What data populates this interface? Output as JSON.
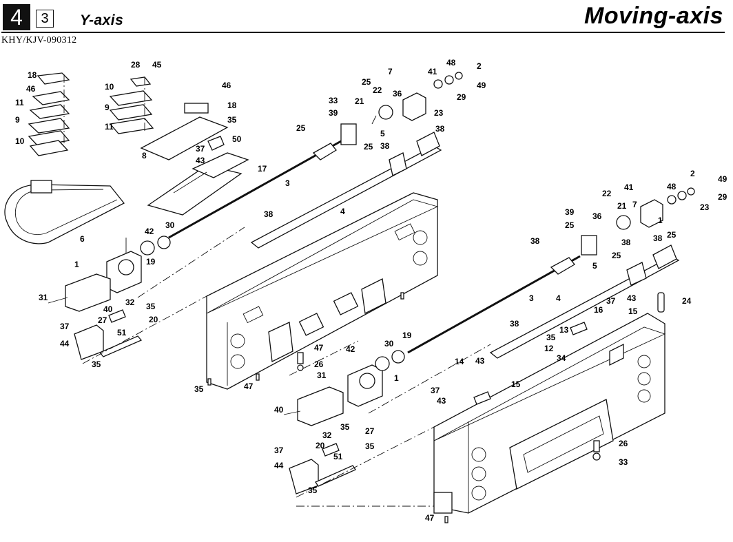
{
  "header": {
    "section_number": "4",
    "subsection_number": "3",
    "axis_title": "Y-axis",
    "page_title": "Moving-axis",
    "doc_code": "KHY/KJV-090312"
  },
  "callouts": {
    "left_assembly": [
      "18",
      "46",
      "11",
      "9",
      "10",
      "28",
      "45",
      "10",
      "9",
      "11",
      "46",
      "18",
      "35",
      "50",
      "8",
      "37",
      "43",
      "17",
      "3",
      "4",
      "38",
      "6",
      "42",
      "30",
      "19",
      "1",
      "31",
      "40",
      "32",
      "35",
      "27",
      "20",
      "35",
      "37",
      "44",
      "51",
      "35",
      "47",
      "47",
      "26",
      "33",
      "39",
      "25",
      "22",
      "21",
      "36",
      "7",
      "41",
      "48",
      "2",
      "49",
      "29",
      "23",
      "38",
      "25",
      "5",
      "38",
      "25"
    ],
    "right_assembly": [
      "41",
      "48",
      "2",
      "49",
      "29",
      "23",
      "39",
      "25",
      "22",
      "21",
      "36",
      "7",
      "1",
      "38",
      "25",
      "38",
      "38",
      "5",
      "25",
      "3",
      "4",
      "37",
      "43",
      "24",
      "16",
      "15",
      "13",
      "35",
      "12",
      "38",
      "34",
      "42",
      "30",
      "19",
      "1",
      "31",
      "40",
      "37",
      "43",
      "15",
      "43",
      "14",
      "32",
      "35",
      "27",
      "20",
      "35",
      "37",
      "44",
      "51",
      "35",
      "26",
      "33",
      "47"
    ]
  }
}
